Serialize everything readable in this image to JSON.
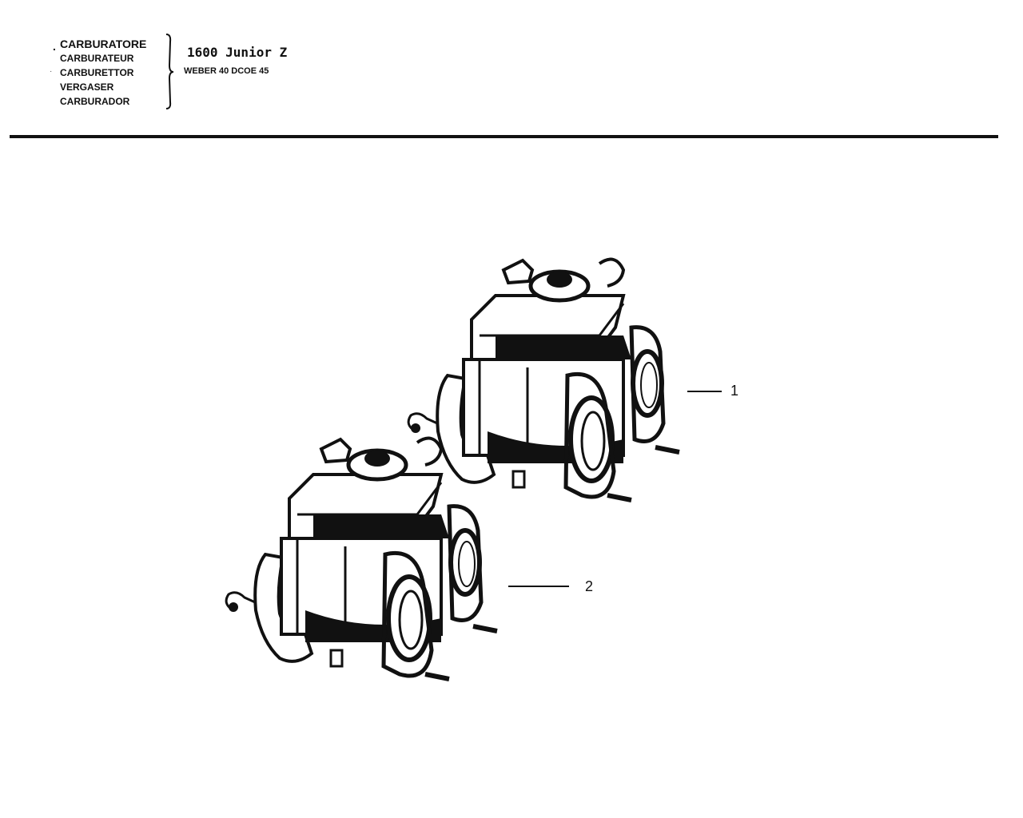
{
  "header": {
    "titles": [
      "CARBURATORE",
      "CARBURATEUR",
      "CARBURETTOR",
      "VERGASER",
      "CARBURADOR"
    ],
    "model": "1600 Junior Z",
    "variant": "WEBER 40 DCOE 45"
  },
  "callouts": [
    {
      "label": "1"
    },
    {
      "label": "2"
    }
  ]
}
